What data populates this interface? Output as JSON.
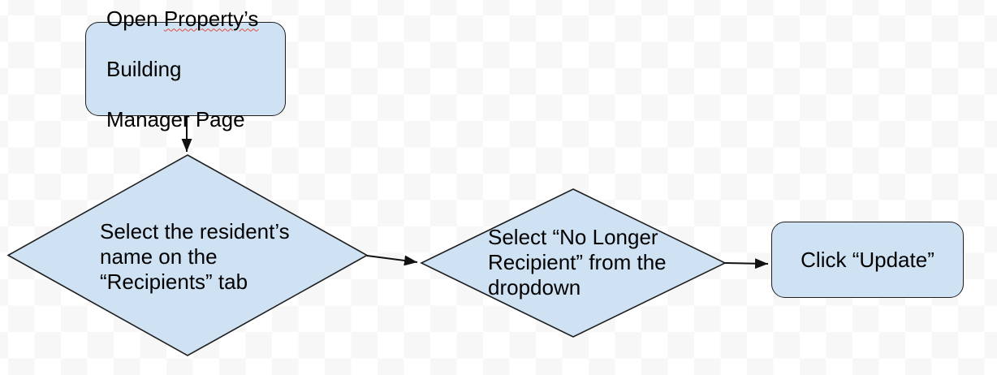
{
  "colors": {
    "shape_fill": "#cfe2f3",
    "shape_border": "#1f1f1f",
    "connector": "#111111",
    "checker": "#f7f7f7",
    "canvas_bg": "#ffffff",
    "text": "#000000",
    "spellcheck_underline": "#e04a3f"
  },
  "flowchart": {
    "start_box": {
      "line1_before": "Open ",
      "line1_misspelled": "Property’s",
      "line2": "Building",
      "line3": "Manager Page"
    },
    "decision_recipients": {
      "label": "Select the resident’s\nname on the\n“Recipients” tab"
    },
    "decision_dropdown": {
      "label": "Select “No Longer\nRecipient” from the\ndropdown"
    },
    "end_box": {
      "label": "Click “Update”"
    }
  }
}
